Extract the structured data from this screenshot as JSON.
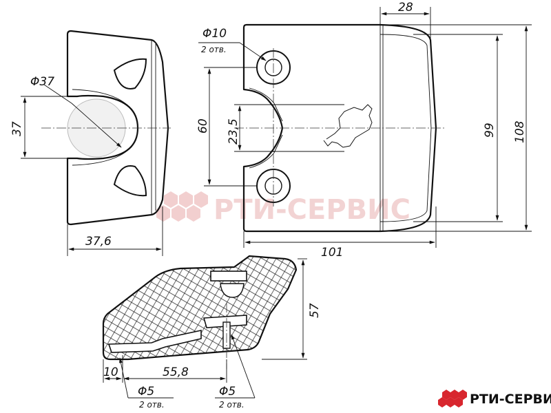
{
  "dimensions": {
    "d37": "Φ37",
    "h37": "37",
    "w37_6": "37,6",
    "d10": "Φ10",
    "holes2": "2 отв.",
    "h60": "60",
    "h23_5": "23,5",
    "w28": "28",
    "h99": "99",
    "h108": "108",
    "w101": "101",
    "h57": "57",
    "w10": "10",
    "w55_8": "55,8",
    "d5a": "Φ5",
    "holes2a": "2 отв.",
    "d5b": "Φ5",
    "holes2b": "2 отв."
  },
  "watermark": {
    "text": "РТИ-СЕРВИС",
    "color": "#e8a8a8"
  },
  "brand": {
    "text": "РТИ-СЕРВИС",
    "accent": "#d8262e"
  }
}
